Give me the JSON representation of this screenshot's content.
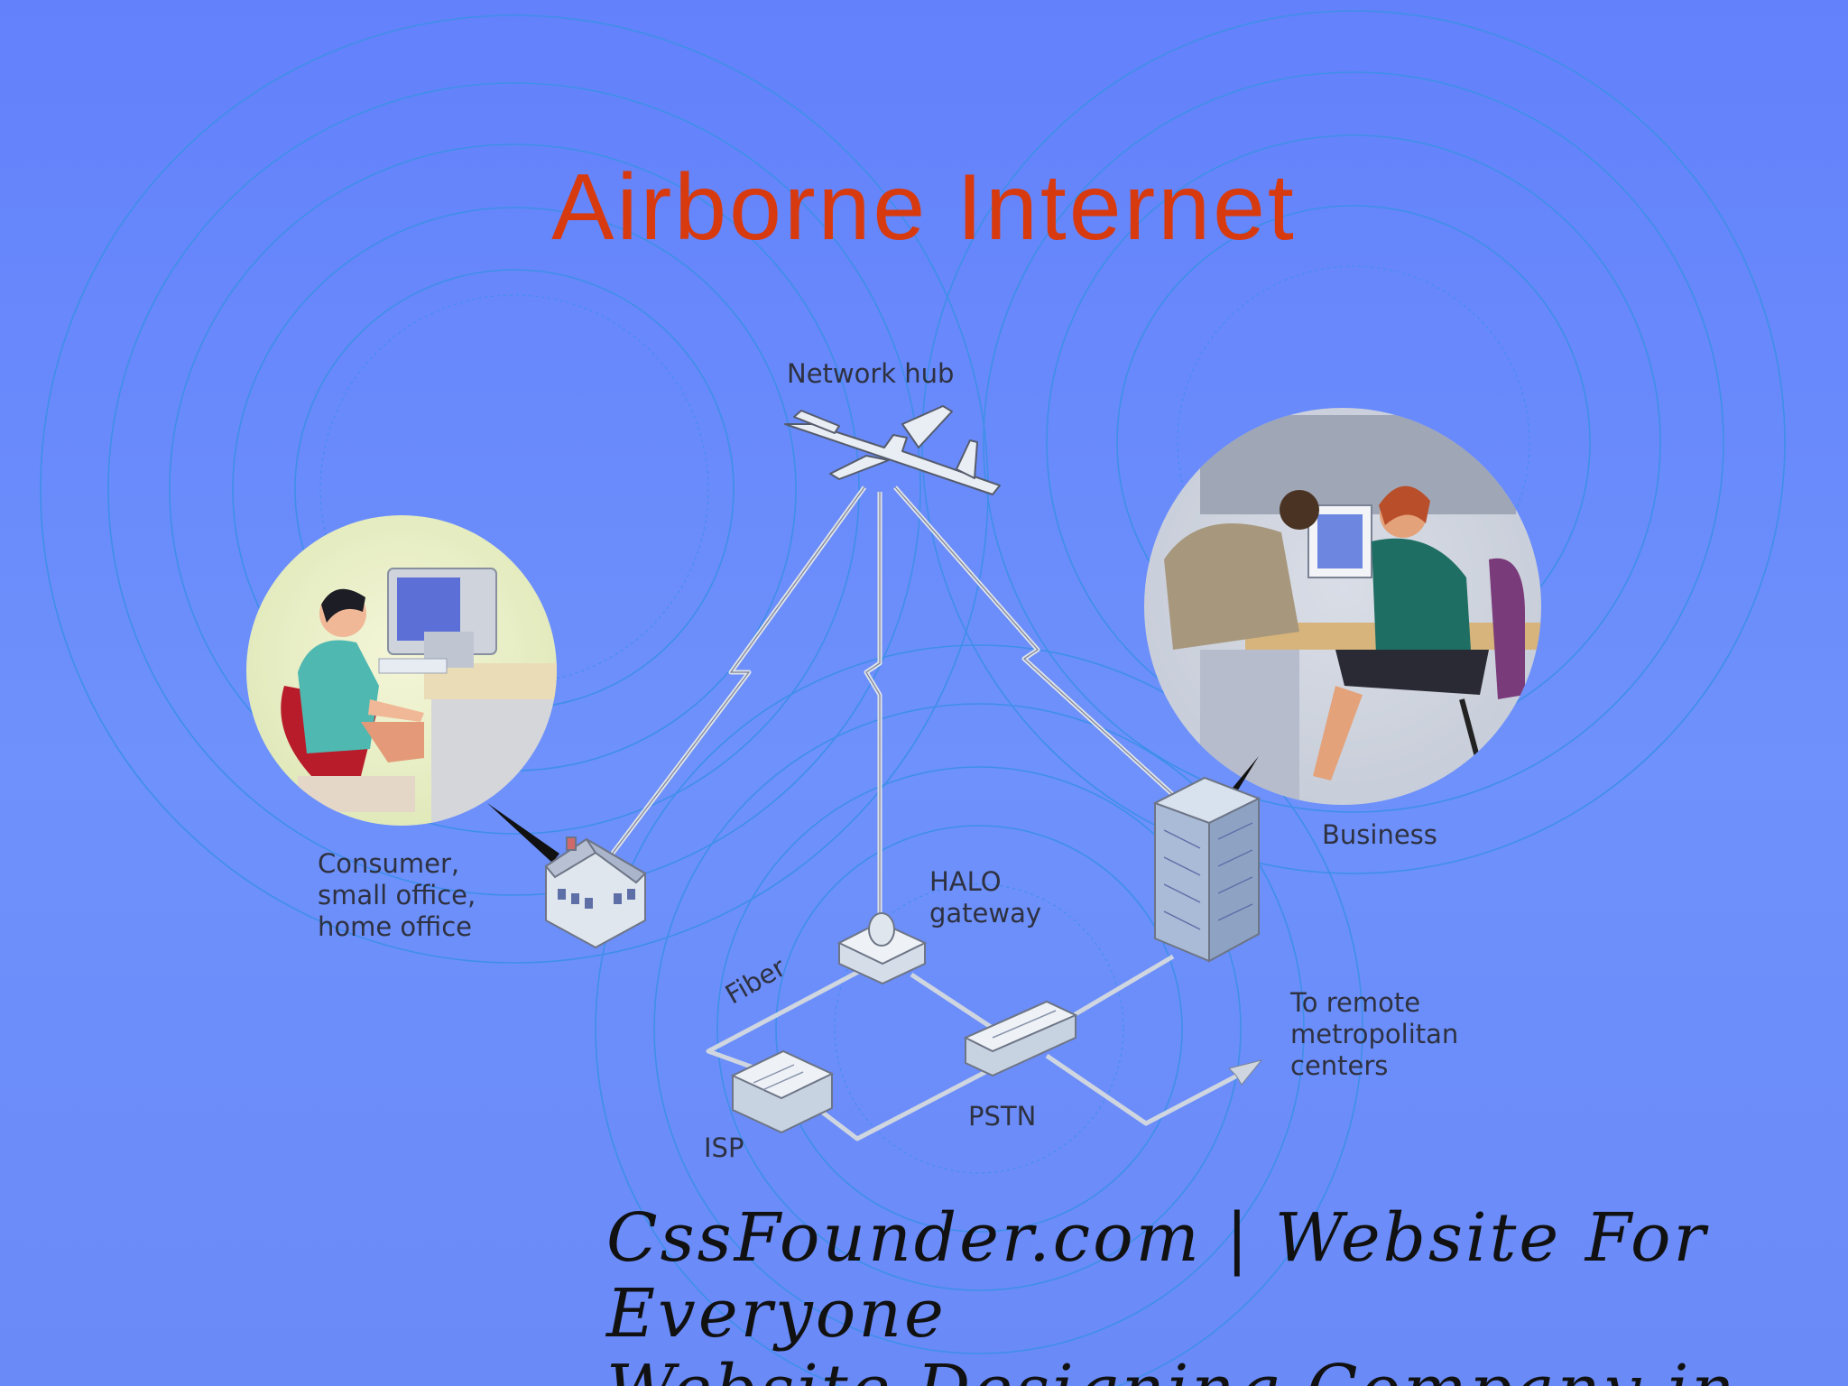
{
  "slide": {
    "title": "Airborne Internet"
  },
  "diagram": {
    "nodes": {
      "network_hub": "Network hub",
      "consumer": [
        "Consumer,",
        "small office,",
        "home office"
      ],
      "business": "Business",
      "halo_gateway": [
        "HALO",
        "gateway"
      ],
      "fiber": "Fiber",
      "isp": "ISP",
      "pstn": "PSTN",
      "remote": [
        "To remote",
        "metropolitan",
        "centers"
      ]
    },
    "colors": {
      "title": "#d83a10",
      "rings": "#3f8fe8",
      "background": "#6a8af8"
    }
  },
  "footer": {
    "line1": "CssFounder.com | Website For",
    "line2": "Everyone",
    "line3": "Website Designing Company in"
  }
}
